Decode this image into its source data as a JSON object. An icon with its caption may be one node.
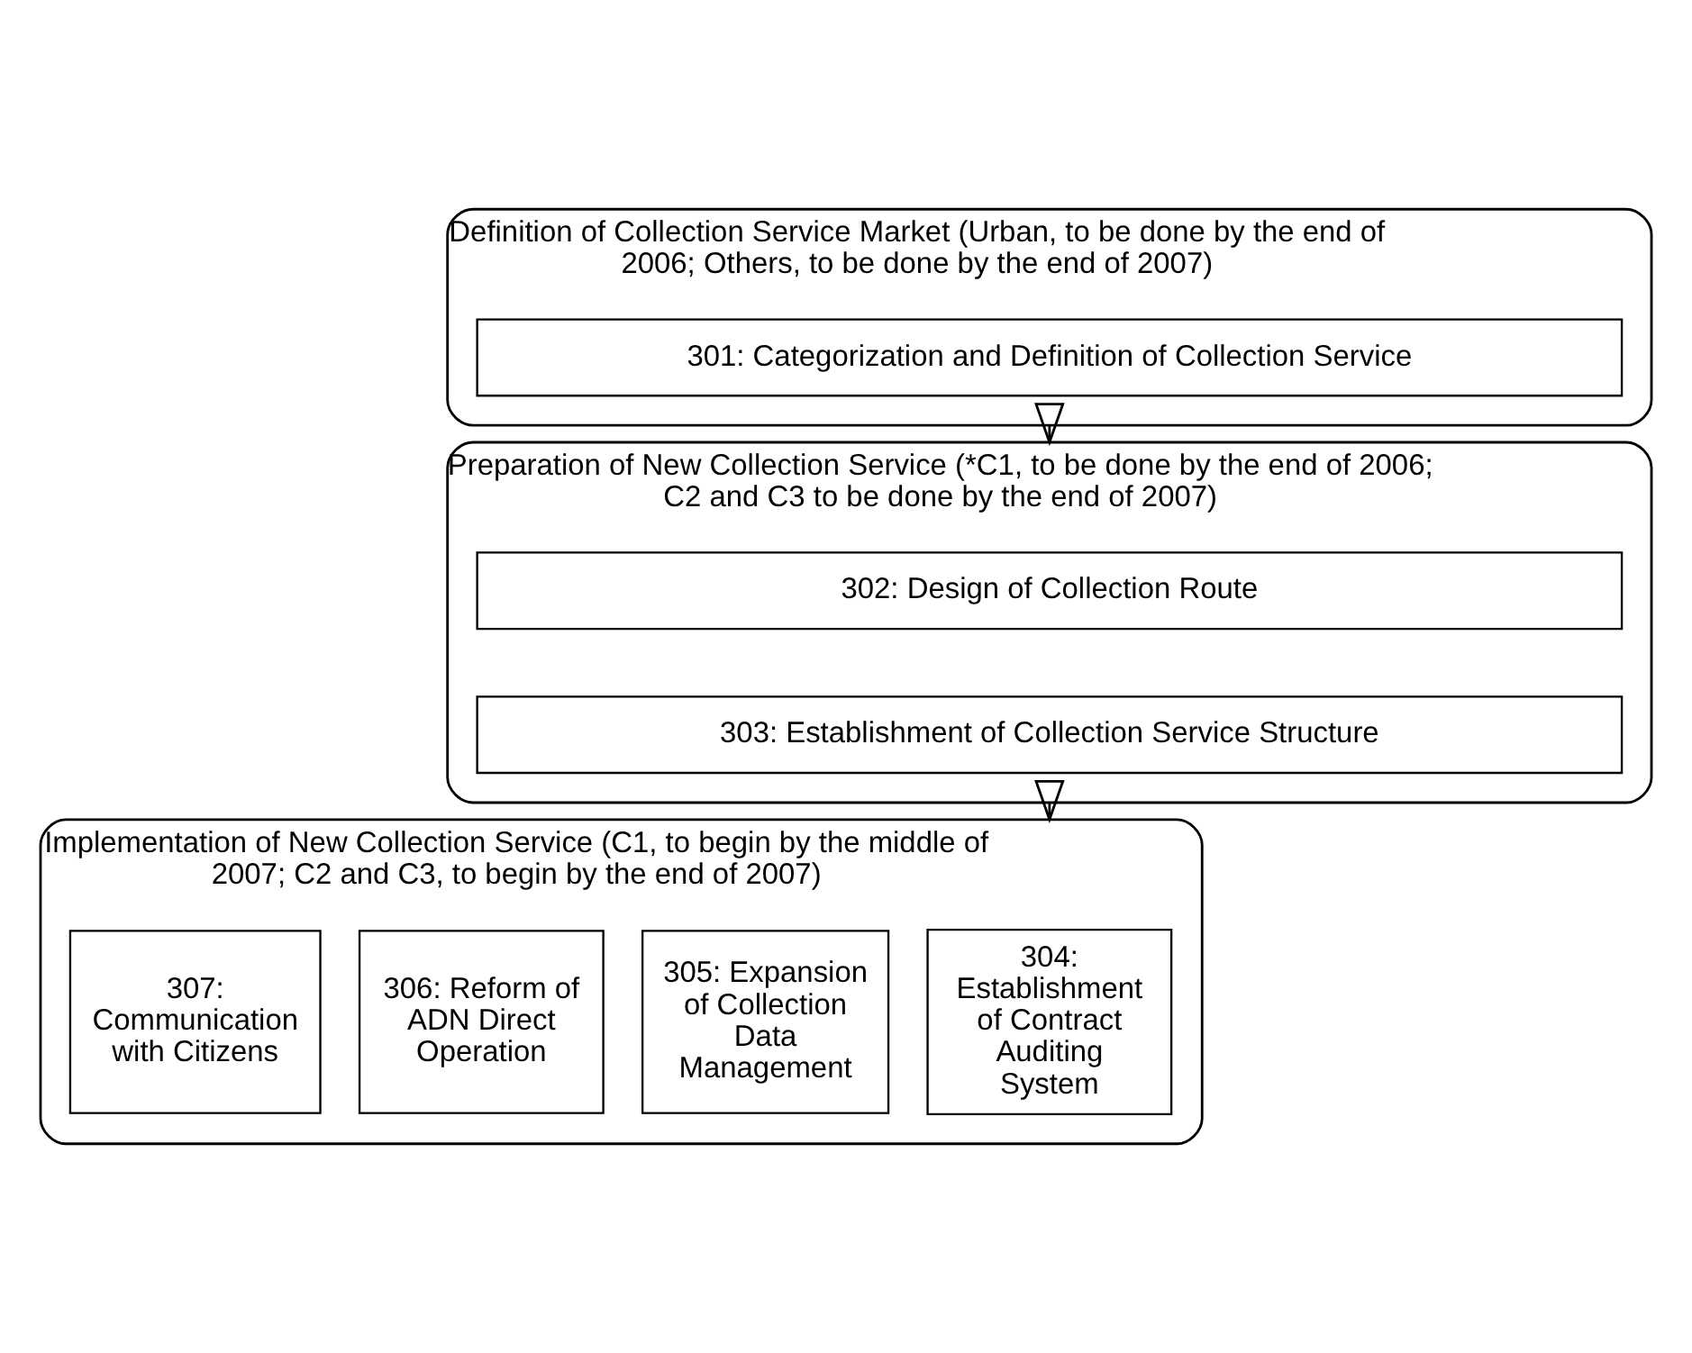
{
  "diagram": {
    "nodes": [
      {
        "text": [
          "Definition of Collection Service Market (Urban, to be done by the end of 2006; Others, to be done by the end of 2007)"
        ]
      },
      {
        "text": [
          "301: Categorization and Definition of Collection Service"
        ],
        "in": 0
      },
      {
        "text": [
          "Preparation of New Collection Service (*C1, to be done by the end of 2006; C2 and C3 to be done by the end of 2007)"
        ]
      },
      {
        "text": [
          "302: Design of Collection Route"
        ],
        "in": 2
      },
      {
        "text": [
          "303: Establishment of Collection Service Structure"
        ],
        "in": 2
      },
      {
        "text": [
          "Implementation of New Collection Service (C1, to begin by the middle of 2007; C2 and C3, to begin by the end of 2007)"
        ]
      },
      {
        "text": [
          "304: Establishment of Contract Auditing System"
        ],
        "in": 5
      },
      {
        "text": [
          "305: Expansion of Collection Data Management"
        ],
        "in": 5
      },
      {
        "text": [
          "306: Reform of ADN Direct Operation"
        ],
        "in": 5
      },
      {
        "text": [
          "307: Communication with Citizens"
        ],
        "in": 5
      }
    ],
    "edges": [
      {
        "from": 0,
        "to": 2,
        "arrow": "to"
      },
      {
        "from": 2,
        "to": 5,
        "arrow": "to"
      }
    ]
  }
}
